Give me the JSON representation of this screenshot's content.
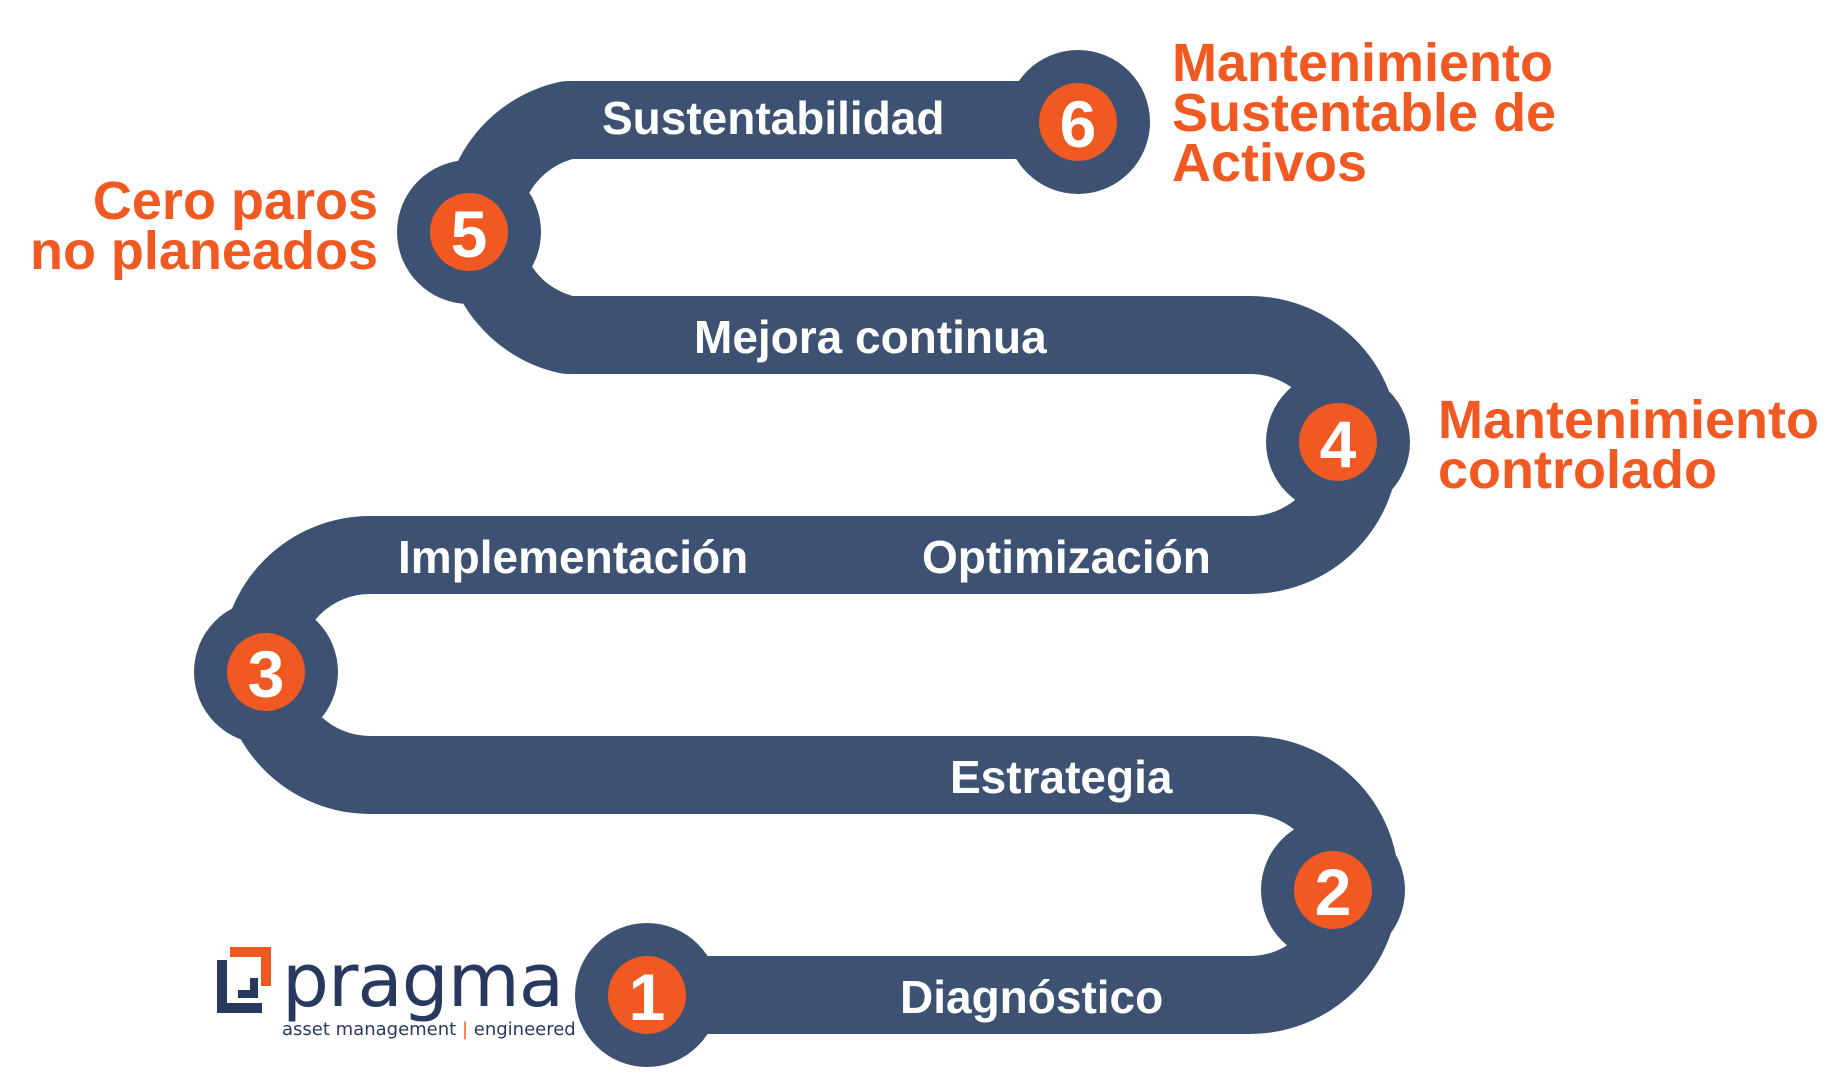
{
  "colors": {
    "track": "#3d5173",
    "accent": "#f05a22",
    "text_light": "#ffffff",
    "logo": "#27395f"
  },
  "steps": [
    {
      "number": "1",
      "label": "Diagnóstico"
    },
    {
      "number": "2",
      "label": "Estrategia"
    },
    {
      "number": "3",
      "label": "Implementación"
    },
    {
      "number": "4",
      "label": "Optimización"
    },
    {
      "number": "5",
      "label": "Mejora continua"
    },
    {
      "number": "6",
      "label": "Sustentabilidad"
    }
  ],
  "milestones": {
    "m4": "Mantenimiento\ncontrolado",
    "m5": "Cero paros\nno planeados",
    "m6": "Mantenimiento\nSustentable de\nActivos"
  },
  "logo": {
    "name": "pragma",
    "tagline_left": "asset management",
    "tagline_sep": "|",
    "tagline_right": "engineered"
  }
}
